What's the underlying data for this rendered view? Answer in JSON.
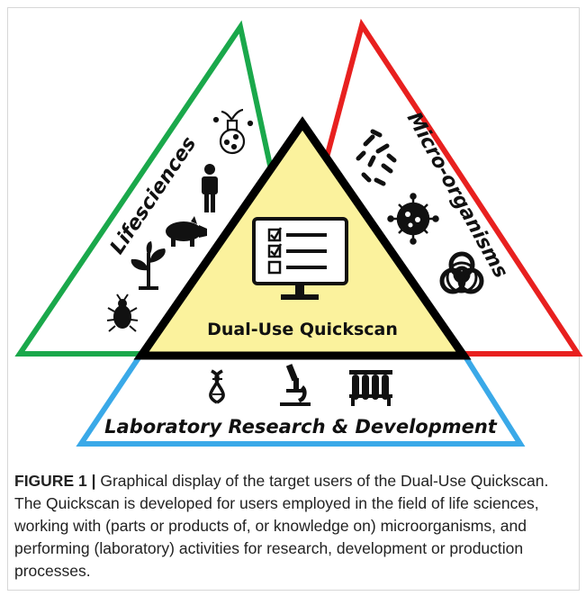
{
  "diagram": {
    "center_label": "Dual-Use Quickscan",
    "left_label": "Lifesciences",
    "right_label": "Micro-organisms",
    "bottom_label": "Laboratory Research & Development",
    "colors": {
      "left_triangle": "#1aa84b",
      "right_triangle": "#e8201f",
      "bottom_triangle": "#3aa9e8",
      "center_fill": "#fbf29d",
      "center_border": "#000000"
    },
    "icons": {
      "left": [
        "flask-plant-icon",
        "person-icon",
        "pig-icon",
        "plant-icon",
        "beetle-icon"
      ],
      "right": [
        "bacteria-icon",
        "virus-icon",
        "biohazard-icon"
      ],
      "bottom": [
        "dna-icon",
        "microscope-icon",
        "test-tubes-icon"
      ],
      "center": "checklist-monitor-icon"
    }
  },
  "caption": {
    "label": "FIGURE 1 |",
    "text": " Graphical display of the target users of the Dual-Use Quickscan. The Quickscan is developed for users employed in the field of life sciences, working with (parts or products of, or knowledge on) microorganisms, and performing (laboratory) activities for research, development or production processes."
  }
}
